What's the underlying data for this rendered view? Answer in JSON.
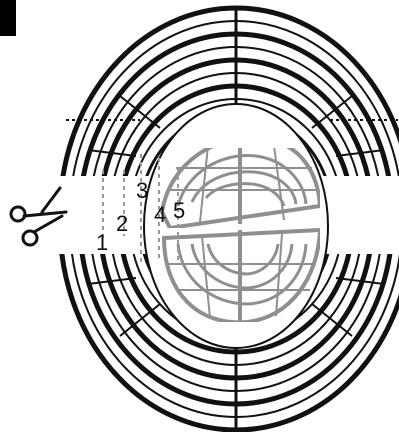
{
  "figure": {
    "cut_labels": [
      "1",
      "2",
      "3",
      "4",
      "5"
    ],
    "tool_icon": "scissors-icon",
    "colors": {
      "ink": "#111111",
      "sphere_gray": "#8f8f8f",
      "dashed_guides": "#9a9a9a",
      "background": "#ffffff"
    }
  }
}
